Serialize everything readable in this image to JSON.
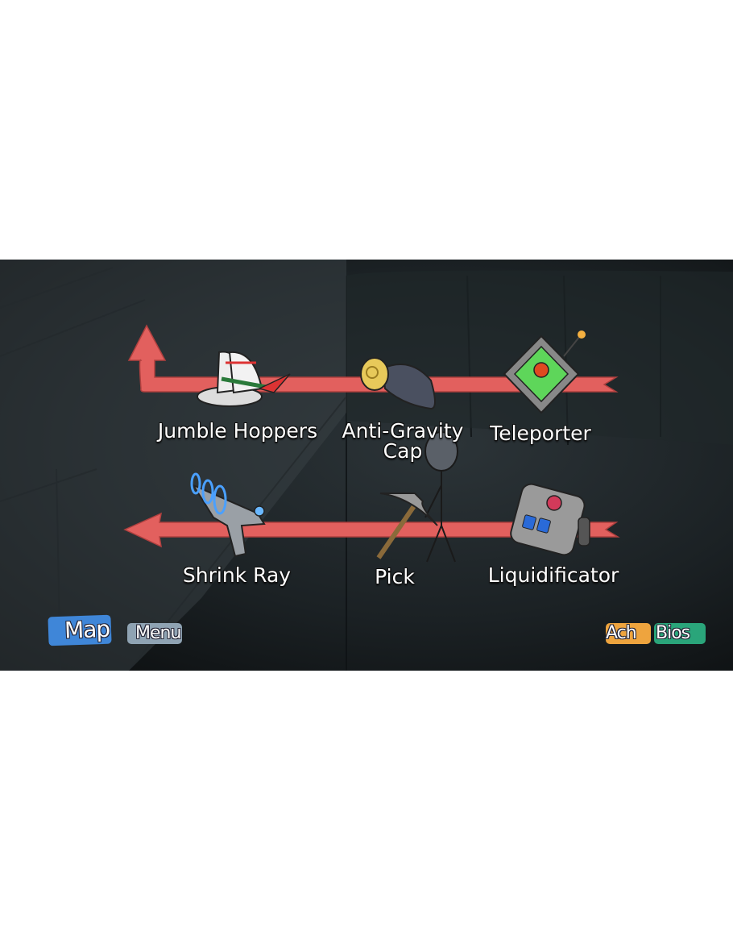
{
  "items": [
    {
      "name": "Jumble Hoppers"
    },
    {
      "name": "Anti-Gravity",
      "name2": "Cap"
    },
    {
      "name": "Teleporter"
    },
    {
      "name": "Shrink Ray"
    },
    {
      "name": "Pick"
    },
    {
      "name": "Liquidificator"
    }
  ],
  "nav": {
    "map": "Map",
    "menu": "Menu",
    "ach": "Ach",
    "bios": "Bios"
  },
  "colors": {
    "arrow": "#e2605e",
    "map": "#3f86d8",
    "menu": "#8fa3b3",
    "ach": "#eea43e",
    "bios": "#2aa57a"
  }
}
